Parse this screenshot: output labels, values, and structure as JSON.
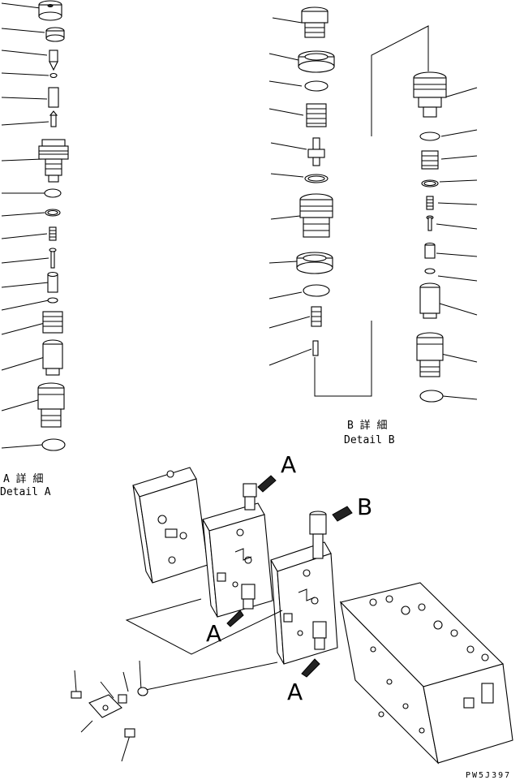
{
  "detail_a": {
    "title_jp": "A 詳 細",
    "title_en": "Detail A"
  },
  "detail_b": {
    "title_jp": "B 詳 細",
    "title_en": "Detail B"
  },
  "view_labels": {
    "a1": "A",
    "a2": "A",
    "a3": "A",
    "b": "B"
  },
  "drawing_code": "PW5J397"
}
